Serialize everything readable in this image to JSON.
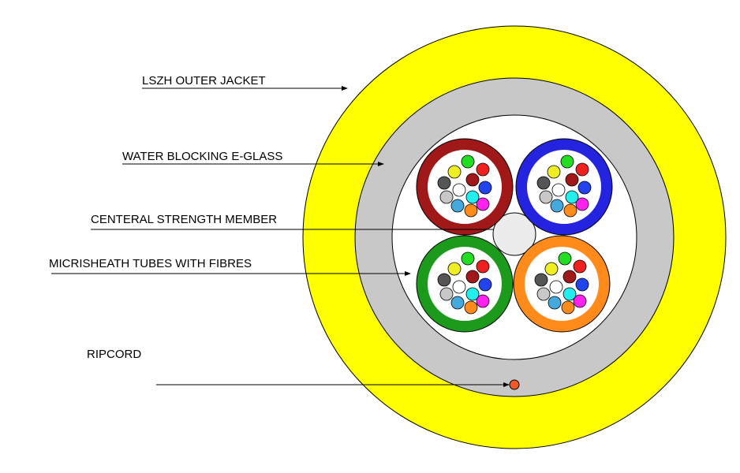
{
  "labels": {
    "outer_jacket": "LSZH OUTER JACKET",
    "water_blocking": "WATER BLOCKING E-GLASS",
    "strength_member": "CENTERAL STRENGTH MEMBER",
    "tubes": "MICRISHEATH TUBES WITH FIBRES",
    "ripcord": "RIPCORD"
  },
  "colors": {
    "jacket": "#ffff00",
    "water_blocking": "#c8c8c8",
    "core": "#ffffff",
    "strength_member": "#ececec",
    "ripcord": "#f05a28",
    "tube_red": "#a01818",
    "tube_blue": "#2424e0",
    "tube_green": "#1c9a1c",
    "tube_orange": "#ff8c1a"
  },
  "tube_colors": [
    "#a01818",
    "#2424e0",
    "#1c9a1c",
    "#ff8c1a"
  ],
  "fibre_colors": [
    "#22dd22",
    "#ee2020",
    "#2244ee",
    "#ff22ee",
    "#ff8c1a",
    "#44aadd",
    "#c8c8c8",
    "#555555",
    "#eeee22",
    "#ffffff",
    "#a01818",
    "#22eeee"
  ]
}
